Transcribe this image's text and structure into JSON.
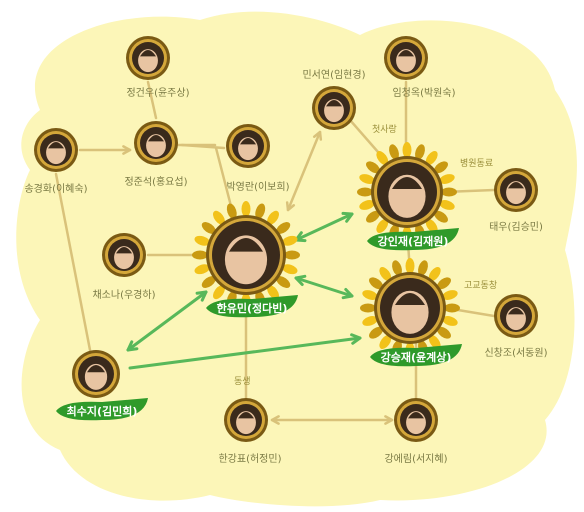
{
  "colors": {
    "background_blob": "#fcf6b8",
    "frame_outer": "#7a5a14",
    "frame_inner": "#d4a73a",
    "petal": "#f2c21a",
    "petal_dark": "#c99a12",
    "leaf": "#2f9a2a",
    "connector_tan": "#d9c27a",
    "connector_green": "#58b85a",
    "label_text": "#7a7a44",
    "relation_text": "#9a8f3a"
  },
  "people": [
    {
      "id": "jung-gunwoo",
      "label": "정건우(윤주상)",
      "style": "small"
    },
    {
      "id": "im-chungok",
      "label": "임청옥(박원숙)",
      "style": "small"
    },
    {
      "id": "min-seoyeon",
      "label": "민서연(임현경)",
      "style": "small"
    },
    {
      "id": "song-kyunghwa",
      "label": "송경화(이혜숙)",
      "style": "small"
    },
    {
      "id": "jung-junseok",
      "label": "정준석(홍요섭)",
      "style": "small"
    },
    {
      "id": "park-youngran",
      "label": "박영란(이보희)",
      "style": "small"
    },
    {
      "id": "kang-injae",
      "label": "강인재(김재원)",
      "style": "main"
    },
    {
      "id": "taewoo",
      "label": "태우(김승민)",
      "style": "small"
    },
    {
      "id": "chae-sona",
      "label": "채소나(우경하)",
      "style": "small"
    },
    {
      "id": "han-yumin",
      "label": "한유민(정다빈)",
      "style": "main"
    },
    {
      "id": "kang-seungjae",
      "label": "강승재(윤계상)",
      "style": "main"
    },
    {
      "id": "shin-changjo",
      "label": "신창조(서동원)",
      "style": "small"
    },
    {
      "id": "choi-suji",
      "label": "최수지(김민희)",
      "style": "leaf"
    },
    {
      "id": "han-kangpyo",
      "label": "한강표(허정민)",
      "style": "small"
    },
    {
      "id": "kang-erim",
      "label": "강에림(서지혜)",
      "style": "small"
    }
  ],
  "relations": [
    {
      "label": "첫사랑"
    },
    {
      "label": "병원동료"
    },
    {
      "label": "고교동창"
    },
    {
      "label": "동생"
    }
  ]
}
